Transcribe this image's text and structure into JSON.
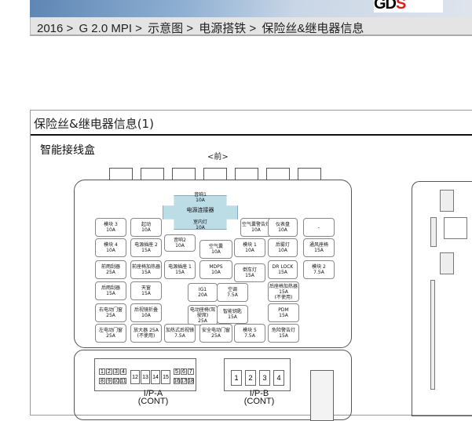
{
  "header": {
    "logo": "GDS"
  },
  "breadcrumb": [
    "2016 >",
    "G 2.0 MPI >",
    "示意图 >",
    "电源搭铁 >",
    "保险丝&继电器信息"
  ],
  "panel": {
    "title": "保险丝&继电器信息(1)",
    "subtitle": "智能接线盒",
    "front_label": "<前>"
  },
  "relay": {
    "top": "音响1",
    "top_amp": "10A",
    "label": "电源连接器",
    "bottom": "室内灯",
    "bottom_amp": "10A"
  },
  "fuses": [
    {
      "label": "模块 3",
      "amp": "10A"
    },
    {
      "label": "起动",
      "amp": "10A"
    },
    {
      "label": "空气囊警告灯",
      "amp": "10A"
    },
    {
      "label": "仪表盘",
      "amp": "10A"
    },
    {
      "label": "-",
      "amp": ""
    },
    {
      "label": "模块 4",
      "amp": "10A"
    },
    {
      "label": "电源插座 2",
      "amp": "15A"
    },
    {
      "label": "音响2",
      "amp": "10A"
    },
    {
      "label": "空气囊",
      "amp": "10A"
    },
    {
      "label": "模块 1",
      "amp": "10A"
    },
    {
      "label": "后雾灯",
      "amp": "10A"
    },
    {
      "label": "通风座椅",
      "amp": "15A"
    },
    {
      "label": "前雨刮器",
      "amp": "25A"
    },
    {
      "label": "前座椅加热器",
      "amp": "15A"
    },
    {
      "label": "电源插座 1",
      "amp": "15A"
    },
    {
      "label": "MDPS",
      "amp": "10A"
    },
    {
      "label": "倒车灯",
      "amp": "15A"
    },
    {
      "label": "DR LOCK",
      "amp": "15A"
    },
    {
      "label": "模块 2",
      "amp": "7.5A"
    },
    {
      "label": "后雨刮器",
      "amp": "15A"
    },
    {
      "label": "天窗",
      "amp": "15A"
    },
    {
      "label": "IG1",
      "amp": "20A"
    },
    {
      "label": "空调",
      "amp": "7.5A"
    },
    {
      "label": "后座椅加热器15A",
      "amp": "(不使用)"
    },
    {
      "label": "右电动门窗",
      "amp": "25A"
    },
    {
      "label": "后视镜折叠",
      "amp": "10A"
    },
    {
      "label": "电动座椅(驾驶席)",
      "amp": "25A"
    },
    {
      "label": "智能钥匙",
      "amp": "15A"
    },
    {
      "label": "PDM",
      "amp": "15A"
    },
    {
      "label": "左电动门窗",
      "amp": "25A"
    },
    {
      "label": "放大器 25A",
      "amp": "(不使用)"
    },
    {
      "label": "加热式后视镜",
      "amp": "7.5A"
    },
    {
      "label": "安全电动门窗",
      "amp": "25A"
    },
    {
      "label": "模块 5",
      "amp": "7.5A"
    },
    {
      "label": "危险警告灯",
      "amp": "15A"
    }
  ],
  "connectors": {
    "ipa": {
      "label": "I/P-A",
      "sub": "(CONT)",
      "pins": [
        "1",
        "2",
        "3",
        "4",
        "5",
        "6",
        "7",
        "8",
        "9",
        "10",
        "11",
        "12",
        "13",
        "14",
        "15",
        "16",
        "17",
        "18"
      ]
    },
    "ipb": {
      "label": "I/P-B",
      "sub": "(CONT)",
      "pins": [
        "1",
        "2",
        "3",
        "4"
      ]
    }
  }
}
